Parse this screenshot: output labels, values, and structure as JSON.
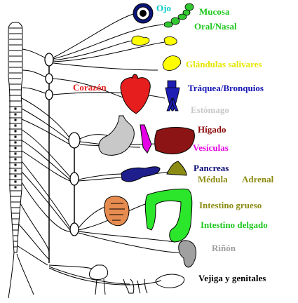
{
  "labels": {
    "ojo": {
      "text": "Ojo",
      "color": "#00c8c8"
    },
    "mucosa": {
      "text": "Mucosa",
      "color": "#1ec81e"
    },
    "oral_nasal": {
      "text": "Oral/Nasal",
      "color": "#1ec81e"
    },
    "glandulas": {
      "text": "Glándulas salivares",
      "color": "#e6e600"
    },
    "corazon": {
      "text": "Corazón",
      "color": "#e61e1e"
    },
    "traquea": {
      "text": "Tráquea/Bronquios",
      "color": "#1414b4"
    },
    "estomago": {
      "text": "Estómago",
      "color": "#c8c8c8"
    },
    "higado": {
      "text": "Hígado",
      "color": "#8c0a0a"
    },
    "vesiculas": {
      "text": "Vesículas",
      "color": "#e600e6"
    },
    "pancreas": {
      "text": "Pancreas",
      "color": "#0a0a78"
    },
    "medula": {
      "text": "Médula",
      "color": "#8c8c14"
    },
    "adrenal": {
      "text": "Adrenal",
      "color": "#8c8c14"
    },
    "intestino_grueso": {
      "text": "Intestino grueso",
      "color": "#8c8c14"
    },
    "intestino_delgado": {
      "text": "Intestino delgado",
      "color": "#1ec81e"
    },
    "rinon": {
      "text": "Riñón",
      "color": "#a0a0a0"
    },
    "vejiga": {
      "text": "Vejiga y genitales",
      "color": "#000000"
    }
  },
  "organ_icons": [
    "eye-icon",
    "oral-mucosa-icon",
    "salivary-gland-icon",
    "heart-icon",
    "trachea-bronchi-icon",
    "stomach-icon",
    "liver-icon",
    "gallbladder-icon",
    "pancreas-icon",
    "adrenal-gland-icon",
    "large-intestine-icon",
    "small-intestine-icon",
    "kidney-icon",
    "bladder-genitals-icon"
  ]
}
